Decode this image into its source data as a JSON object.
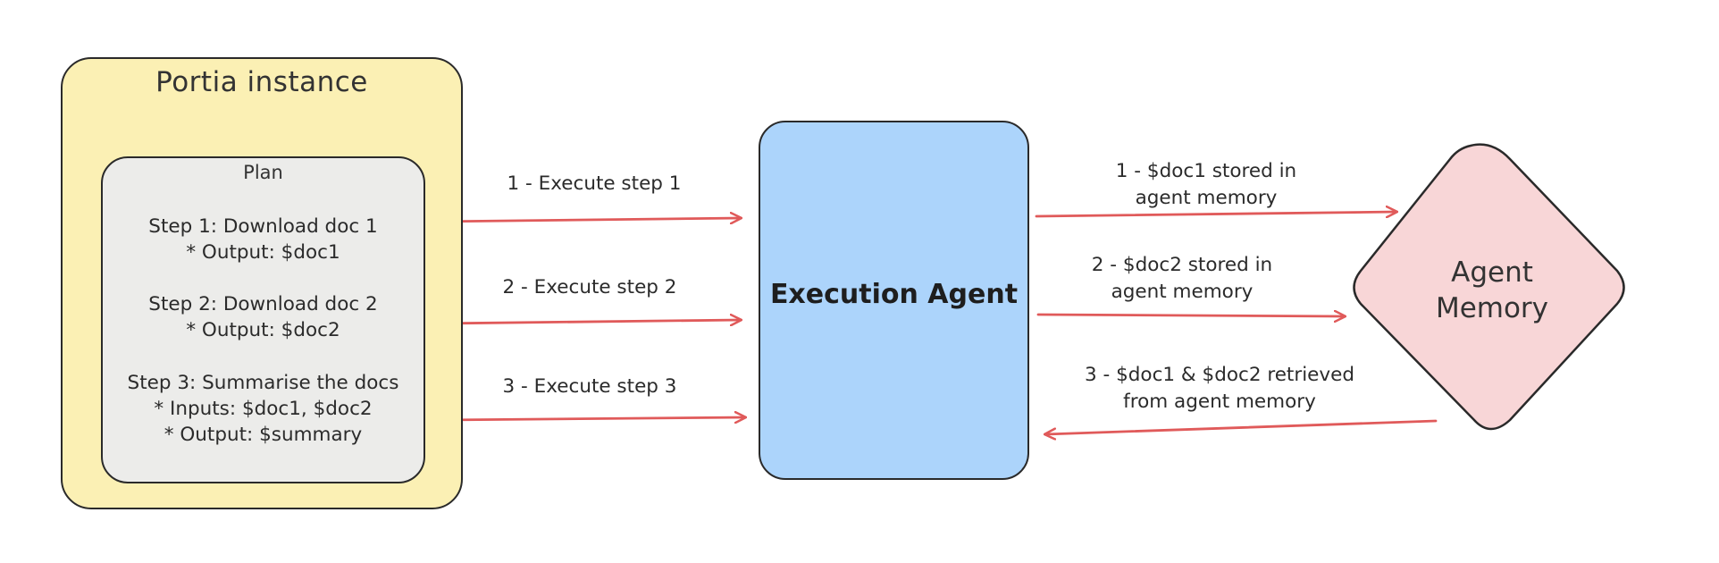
{
  "portia": {
    "title": "Portia instance",
    "fill": "#fbf0b4"
  },
  "plan": {
    "title": "Plan",
    "fill": "#ececea",
    "steps": [
      {
        "line1": "Step 1: Download doc 1",
        "line2": "* Output: $doc1"
      },
      {
        "line1": "Step 2: Download doc 2",
        "line2": "* Output: $doc2"
      },
      {
        "line1": "Step 3: Summarise the docs",
        "line2": "* Inputs: $doc1, $doc2",
        "line3": "* Output: $summary"
      }
    ]
  },
  "execution_agent": {
    "label": "Execution Agent",
    "fill": "#acd4fb"
  },
  "agent_memory": {
    "line1": "Agent",
    "line2": "Memory",
    "fill": "#f8d6d7"
  },
  "arrows": {
    "color": "#e05a5a",
    "execute": [
      {
        "label": "1 - Execute step 1"
      },
      {
        "label": "2 - Execute step 2"
      },
      {
        "label": "3 - Execute step 3"
      }
    ],
    "memory": [
      {
        "line1": "1 - $doc1 stored in",
        "line2": "agent memory"
      },
      {
        "line1": "2 - $doc2 stored in",
        "line2": "agent memory"
      },
      {
        "line1": "3 - $doc1 & $doc2 retrieved",
        "line2": "from agent memory"
      }
    ]
  }
}
